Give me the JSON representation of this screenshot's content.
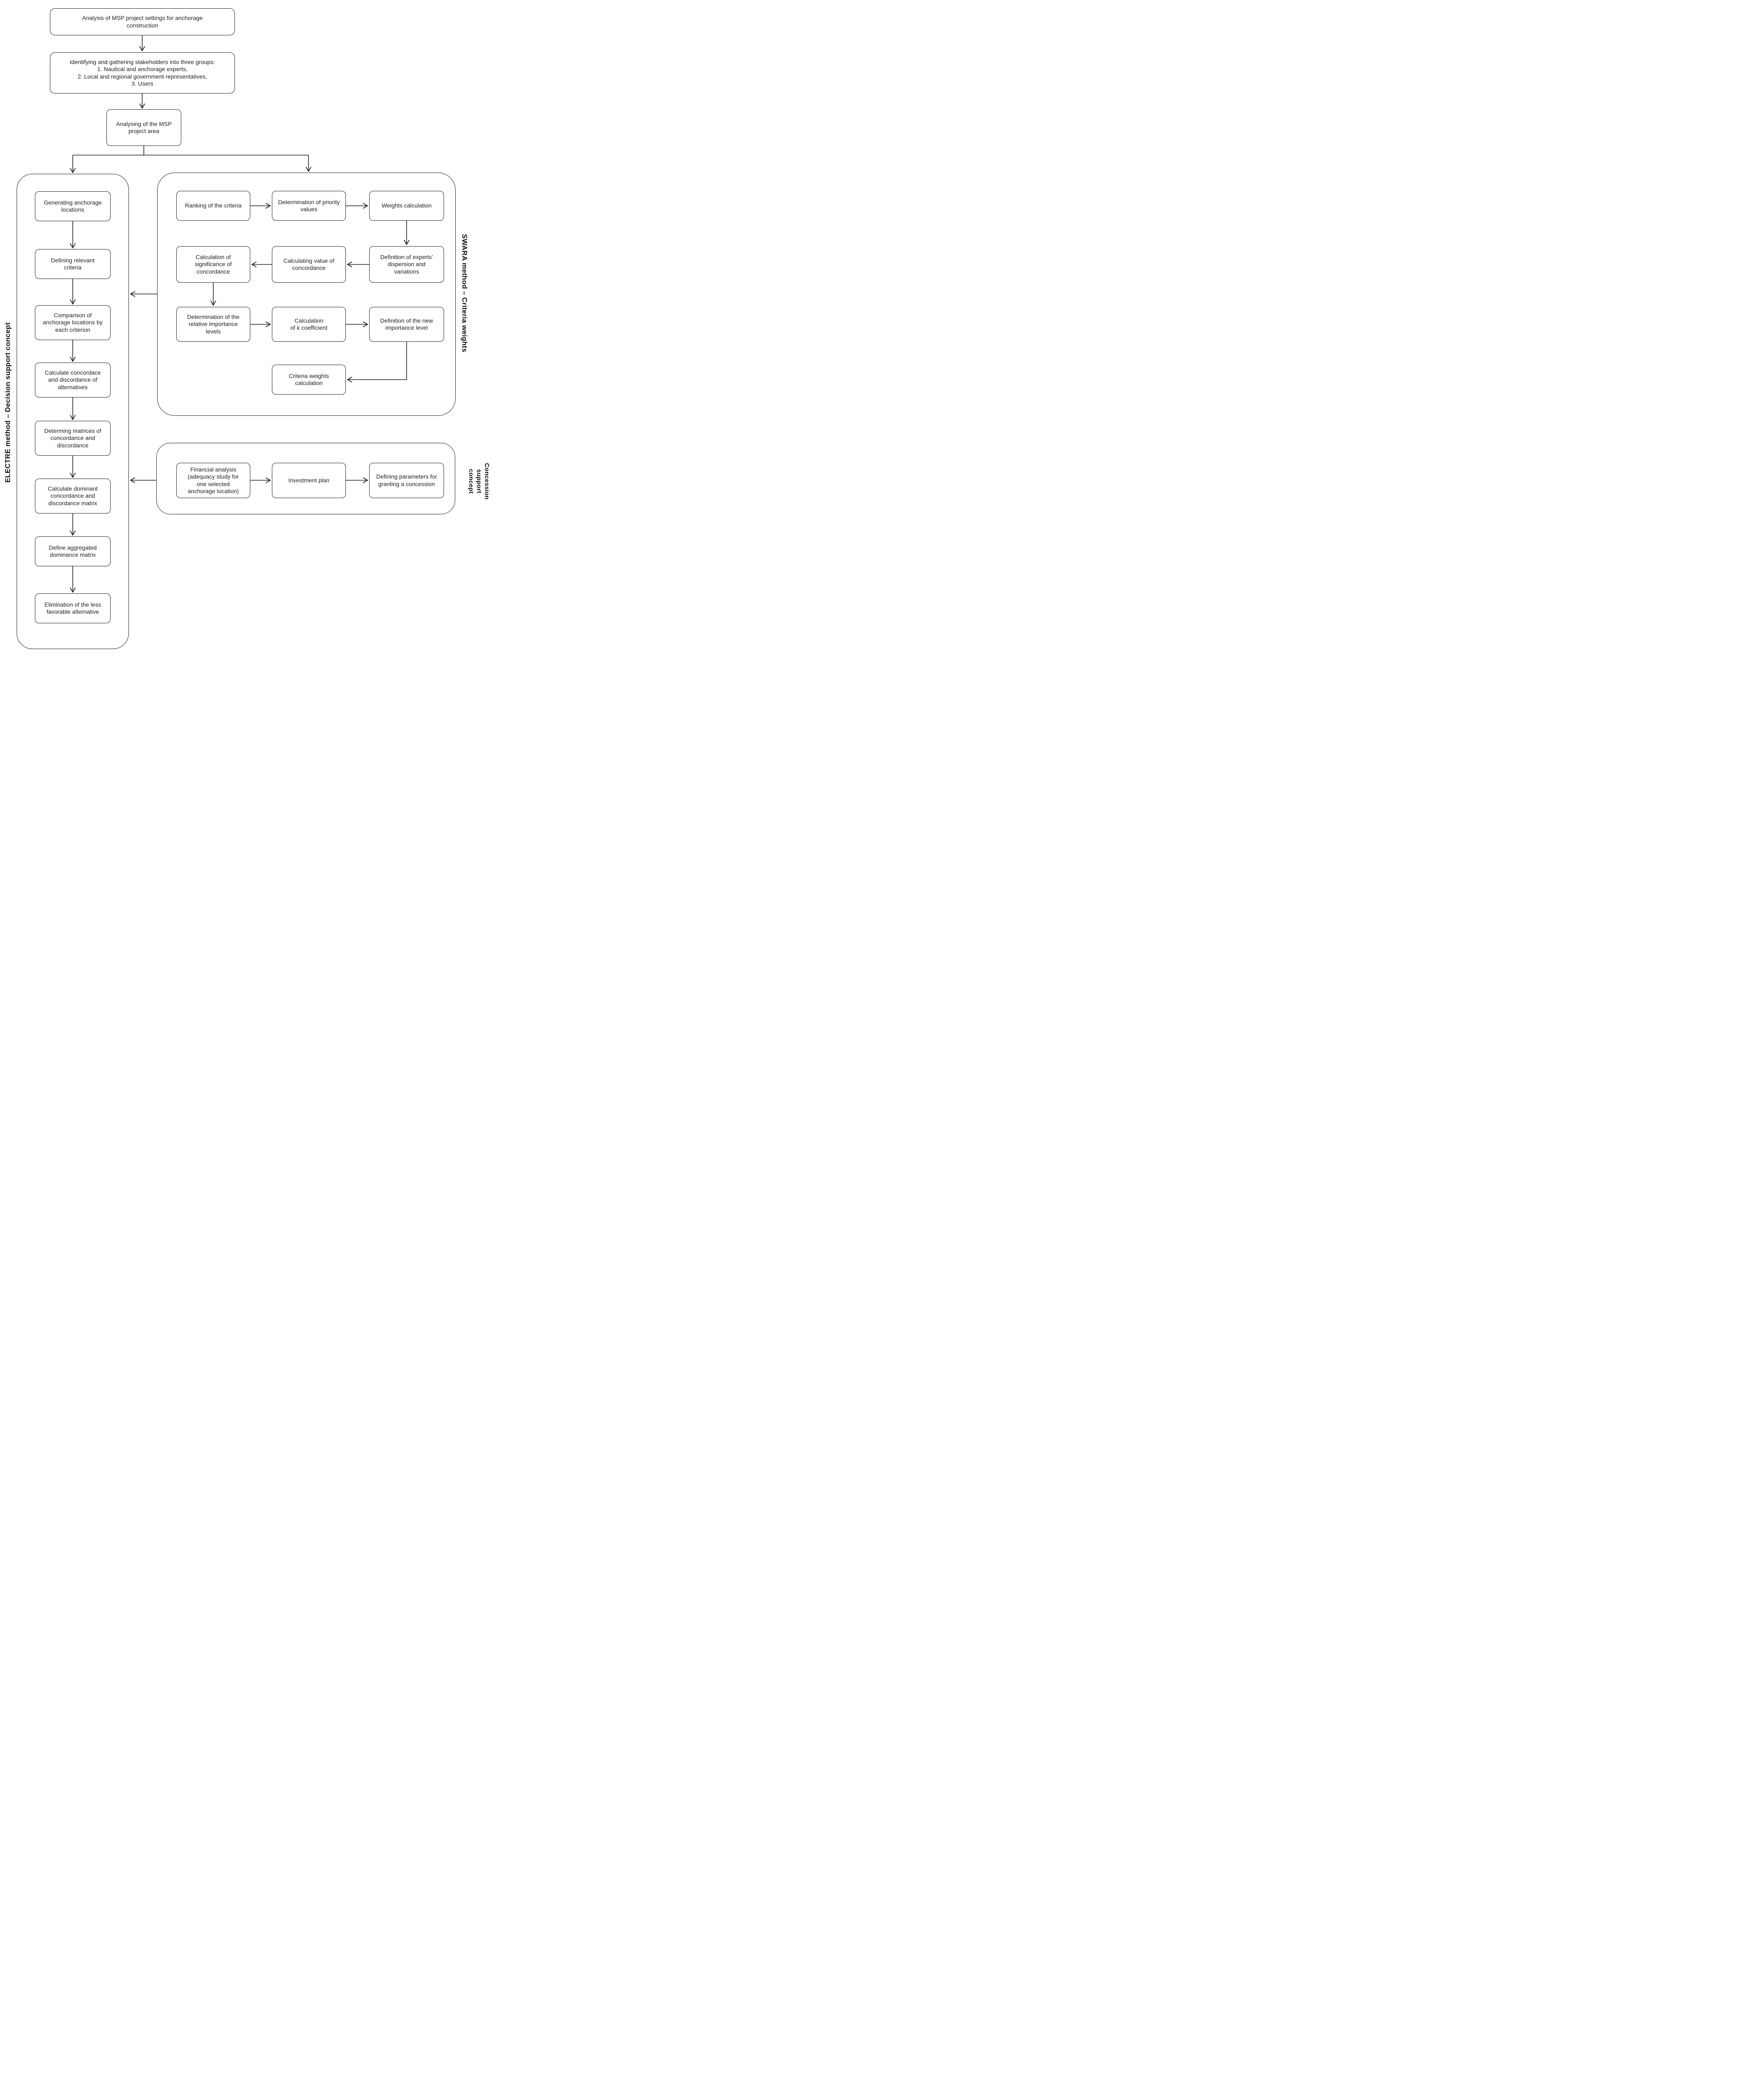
{
  "top": {
    "analysis": "Analysis of MSP project settings for anchorage\nconstruction",
    "stakeholders": "Identifying and gathering stakeholders into three groups:\n1. Nautical and anchorage experts,\n2. Local and regional government representatives,\n3. Users",
    "project_area": "Analysing of the MSP\nproject area"
  },
  "electre": {
    "side_label": "ELECTRE method – Decision support concept",
    "steps": [
      "Generating anchorage\nlocations",
      "Defining relevant\ncriteria",
      "Comparison of\nanchorage locations by\neach criterion",
      "Calculate concordace\nand discordance of\nalternatives",
      "Determing matrices of\nconcordance and\ndiscordance",
      "Calculate dominant\nconcordance and\ndiscordance matrix",
      "Define aggregated\ndominance matrix",
      "Elimination of the less\nfavorable alternative"
    ]
  },
  "swara": {
    "side_label": "SWARA method – Criteria weights",
    "row1": [
      "Ranking of the criteria",
      "Determination of priority\nvalues",
      "Weights calculation"
    ],
    "row2": [
      "Calculation of\nsignificance of\nconcordance",
      "Calculating value of\nconcordance",
      "Definition of experts'\ndispersion and\nvariations"
    ],
    "row3": [
      "Determination of the\nrelative importance\nlevels",
      "Calculation\nof k coefficient",
      "Definition of the new\nimportance level"
    ],
    "final": "Criteria weights\ncalculation"
  },
  "concession": {
    "side_label": "Concession\nsupport\nconcept",
    "steps": [
      "Financial analysis\n(adequacy study for\none selected\nanchorage location)",
      "Investment plan",
      "Defining parameters for\ngranting a concession"
    ]
  }
}
